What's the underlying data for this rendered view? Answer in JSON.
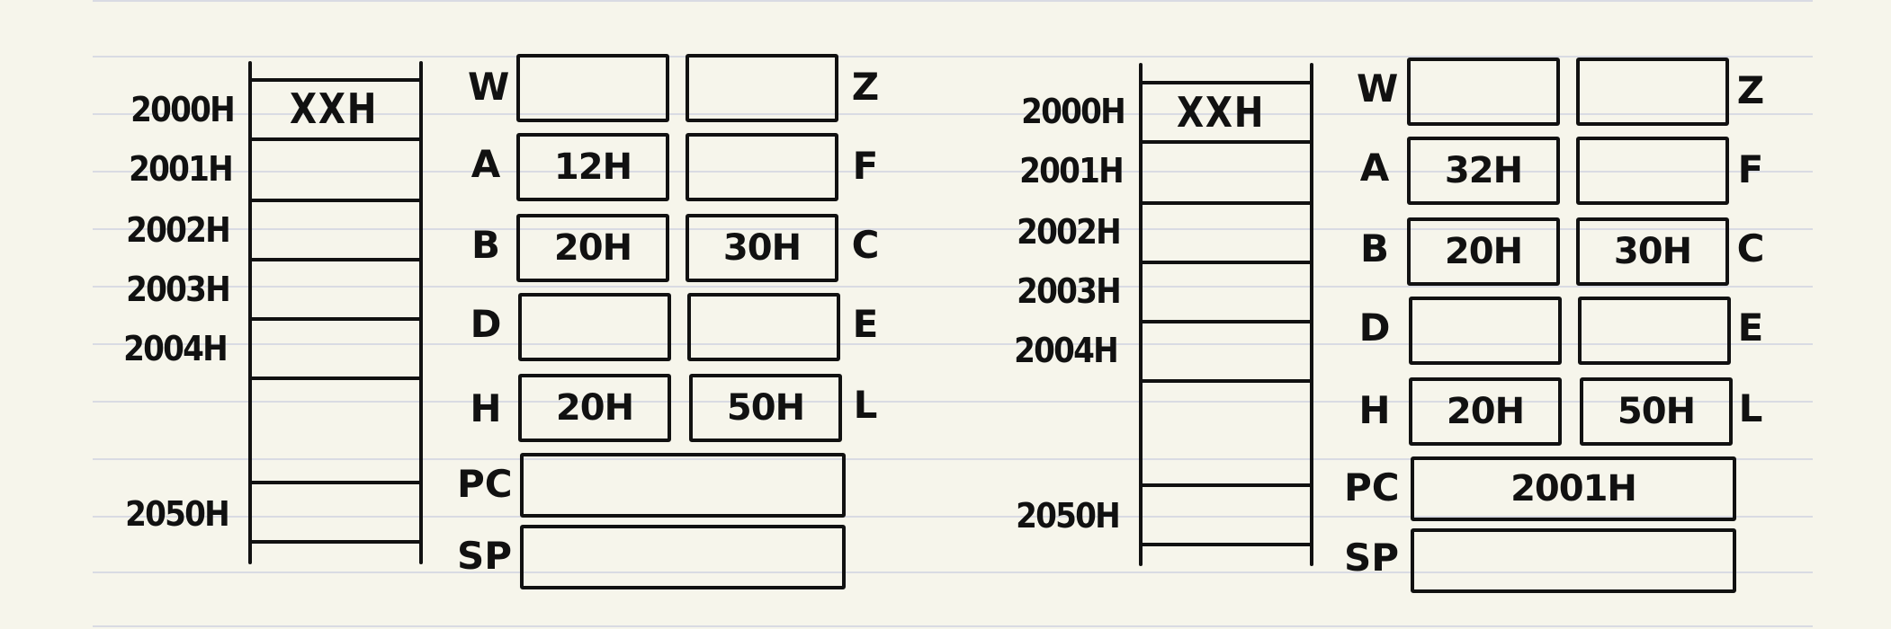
{
  "diagram": {
    "colors": {
      "paper": "#f6f5eb",
      "ink": "#111111",
      "ruled_line": "#d9dbe3"
    },
    "panels": [
      {
        "id": "before",
        "memory": {
          "addresses": [
            "2000H",
            "2001H",
            "2002H",
            "2003H",
            "2004H",
            "2050H"
          ],
          "contents": {
            "2000H": "XXH"
          }
        },
        "registers": {
          "left_names": [
            "W",
            "A",
            "B",
            "D",
            "H"
          ],
          "right_names": [
            "Z",
            "F",
            "C",
            "E",
            "L"
          ],
          "pairs": [
            {
              "left": "",
              "right": ""
            },
            {
              "left": "12H",
              "right": ""
            },
            {
              "left": "20H",
              "right": "30H"
            },
            {
              "left": "",
              "right": ""
            },
            {
              "left": "20H",
              "right": "50H"
            }
          ],
          "wide": [
            {
              "name": "PC",
              "value": ""
            },
            {
              "name": "SP",
              "value": ""
            }
          ]
        }
      },
      {
        "id": "after",
        "memory": {
          "addresses": [
            "2000H",
            "2001H",
            "2002H",
            "2003H",
            "2004H",
            "2050H"
          ],
          "contents": {
            "2000H": "XXH"
          }
        },
        "registers": {
          "left_names": [
            "W",
            "A",
            "B",
            "D",
            "H"
          ],
          "right_names": [
            "Z",
            "F",
            "C",
            "E",
            "L"
          ],
          "pairs": [
            {
              "left": "",
              "right": ""
            },
            {
              "left": "32H",
              "right": ""
            },
            {
              "left": "20H",
              "right": "30H"
            },
            {
              "left": "",
              "right": ""
            },
            {
              "left": "20H",
              "right": "50H"
            }
          ],
          "wide": [
            {
              "name": "PC",
              "value": "2001H"
            },
            {
              "name": "SP",
              "value": ""
            }
          ]
        }
      }
    ]
  }
}
